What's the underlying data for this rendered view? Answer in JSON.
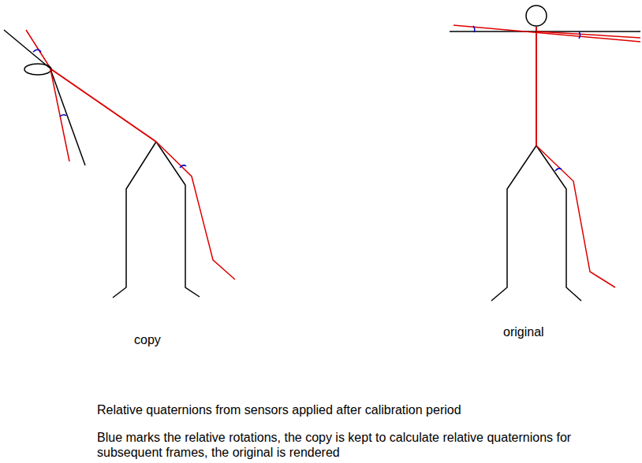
{
  "diagram": {
    "labels": [
      "copy",
      "original",
      "Relative quaternions from sensors applied after calibration period",
      "Blue marks the relative rotations, the copy is kept to calculate relative quaternions for subsequent frames, the original is rendered"
    ]
  }
}
